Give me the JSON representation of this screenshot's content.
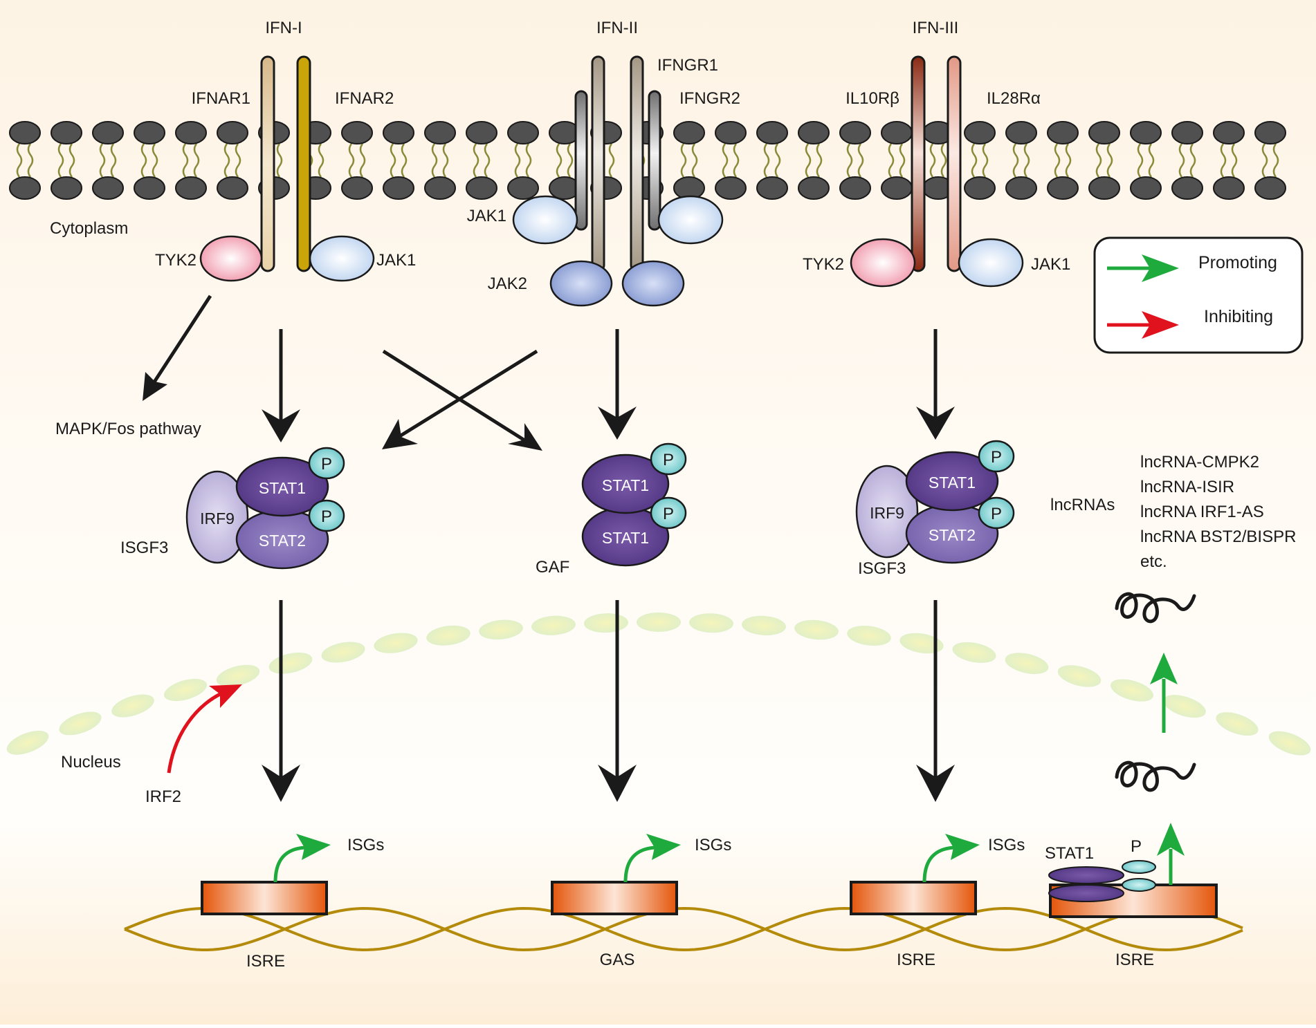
{
  "receptors": {
    "ifn1": {
      "title": "IFN-I",
      "chain_left": "IFNAR1",
      "chain_right": "IFNAR2",
      "kinase_left": "TYK2",
      "kinase_right": "JAK1"
    },
    "ifn2": {
      "title": "IFN-II",
      "chain_outer": "IFNGR1",
      "chain_inner": "IFNGR2",
      "kinase_upper": "JAK1",
      "kinase_lower": "JAK2"
    },
    "ifn3": {
      "title": "IFN-III",
      "chain_left": "IL10Rβ",
      "chain_right": "IL28Rα",
      "kinase_left": "TYK2",
      "kinase_right": "JAK1"
    }
  },
  "compartments": {
    "cytoplasm": "Cytoplasm",
    "nucleus": "Nucleus"
  },
  "pathways": {
    "mapk": "MAPK/Fos pathway"
  },
  "complexes": {
    "isgf3_left": {
      "label": "ISGF3",
      "irf": "IRF9",
      "stat_top": "STAT1",
      "stat_bottom": "STAT2",
      "phospho": "P"
    },
    "gaf": {
      "label": "GAF",
      "stat_top": "STAT1",
      "stat_bottom": "STAT1",
      "phospho": "P"
    },
    "isgf3_right": {
      "label": "ISGF3",
      "irf": "IRF9",
      "stat_top": "STAT1",
      "stat_bottom": "STAT2",
      "phospho": "P"
    }
  },
  "lncrnas": {
    "title": "lncRNAs",
    "items": [
      "lncRNA-CMPK2",
      "lncRNA-ISIR",
      "lncRNA IRF1-AS",
      "lncRNA BST2/BISPR",
      "etc."
    ]
  },
  "legend": {
    "promoting": "Promoting",
    "inhibiting": "Inhibiting",
    "promoting_color": "#1eaa3c",
    "inhibiting_color": "#e0121e"
  },
  "irf2": "IRF2",
  "genes": {
    "isgs": "ISGs",
    "elements": [
      "ISRE",
      "GAS",
      "ISRE",
      "ISRE"
    ],
    "dna_stat": "STAT1",
    "dna_p": "P"
  },
  "colors": {
    "membrane_head": "#4a4a4a",
    "stat1": "#5a3d8a",
    "stat2": "#7b68b0",
    "irf9": "#b8b0d8",
    "phospho": "#6ec6c6",
    "tyk2": "#f0a0b0",
    "jak1": "#c9dbf0",
    "jak2": "#8a9fd4",
    "gene_box": "#e5580e",
    "dna": "#b8900a"
  }
}
